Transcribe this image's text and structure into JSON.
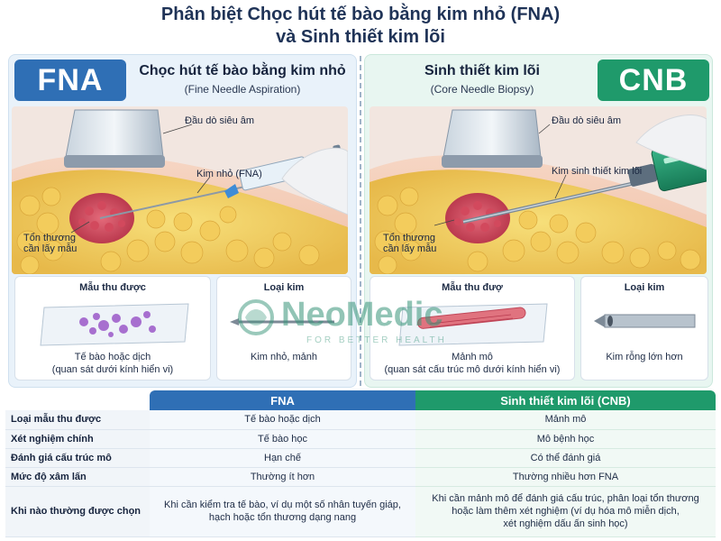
{
  "title": {
    "line1": "Phân biệt Chọc hút tế bào bằng kim nhỏ (FNA)",
    "line2": "và Sinh thiết kim lõi"
  },
  "left": {
    "badge": "FNA",
    "heading": "Chọc hút tế bào bằng kim nhỏ",
    "subheading": "(Fine Needle Aspiration)",
    "labels": {
      "probe": "Đầu dò siêu âm",
      "needle": "Kim nhỏ (FNA)",
      "lesion_line1": "Tổn thương",
      "lesion_line2": "cần lấy mẫu"
    },
    "sample_card": {
      "heading": "Mẫu thu được",
      "line1": "Tế bào hoặc dịch",
      "line2": "(quan sát dưới kính hiển vi)"
    },
    "needle_card": {
      "heading": "Loại kim",
      "text": "Kim nhỏ, mảnh"
    }
  },
  "right": {
    "badge": "CNB",
    "heading": "Sinh thiết kim lõi",
    "subheading": "(Core Needle Biopsy)",
    "labels": {
      "probe": "Đầu dò siêu âm",
      "needle": "Kim sinh thiết kim lõi",
      "lesion_line1": "Tổn thương",
      "lesion_line2": "cần lấy mẫu"
    },
    "sample_card": {
      "heading": "Mẫu thu đượ",
      "line1": "Mảnh mô",
      "line2": "(quan sát cấu trúc mô dưới kính hiển vi)"
    },
    "needle_card": {
      "heading": "Loại kim",
      "text": "Kim rỗng lớn hơn"
    }
  },
  "watermark": {
    "brand": "NeoMedic",
    "tagline": "FOR BETTER HEALTH"
  },
  "table": {
    "headers": [
      "FNA",
      "Sinh thiết kim lõi (CNB)"
    ],
    "rows": [
      {
        "label": "Loại mẫu thu được",
        "fna": "Tế bào hoặc dịch",
        "cnb": "Mảnh mô"
      },
      {
        "label": "Xét nghiệm chính",
        "fna": "Tế bào học",
        "cnb": "Mô bệnh học"
      },
      {
        "label": "Đánh giá cấu trúc mô",
        "fna": "Hạn chế",
        "cnb": "Có thể đánh giá"
      },
      {
        "label": "Mức độ xâm lấn",
        "fna": "Thường ít hơn",
        "cnb": "Thường nhiều hơn FNA"
      },
      {
        "label": "Khi nào thường được chọn",
        "fna_l1": "Khi cần kiểm tra tế bào, ví dụ một số nhân tuyến giáp,",
        "fna_l2": "hạch hoặc tổn thương dạng nang",
        "cnb_l1": "Khi cần mảnh mô để đánh giá cấu trúc, phân loại tổn thương",
        "cnb_l2": "hoặc làm thêm xét nghiệm (ví dụ hóa mô miễn dịch,",
        "cnb_l3": "xét nghiệm dấu ấn sinh học)"
      }
    ]
  },
  "colors": {
    "fna_blue": "#2f6fb5",
    "cnb_green": "#1f9a6b",
    "title_navy": "#1f3357"
  }
}
